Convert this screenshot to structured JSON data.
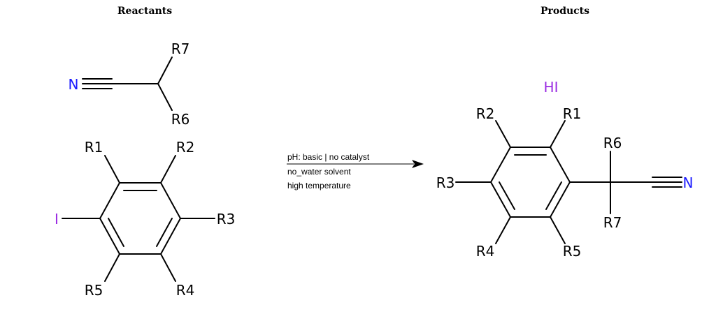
{
  "headings": {
    "reactants": "Reactants",
    "products": "Products"
  },
  "colors": {
    "nitrogen": "#1a1aff",
    "iodine": "#9a2be2",
    "bond": "#000000",
    "arrow": "#000000"
  },
  "reactant_nitrile": {
    "n": "N",
    "r_top": "R7",
    "r_bottom": "R6"
  },
  "reactant_aryl": {
    "halogen": "I",
    "r1": "R1",
    "r2": "R2",
    "r3": "R3",
    "r4": "R4",
    "r5": "R5"
  },
  "conditions": {
    "line1": "pH: basic | no catalyst",
    "line2": "no_water solvent",
    "line3": "high temperature"
  },
  "products": {
    "byproduct": "HI",
    "aryl": {
      "r1": "R1",
      "r2": "R2",
      "r3": "R3",
      "r4": "R4",
      "r5": "R5"
    },
    "quaternary": {
      "r_top": "R6",
      "r_bottom": "R7",
      "n": "N"
    }
  }
}
